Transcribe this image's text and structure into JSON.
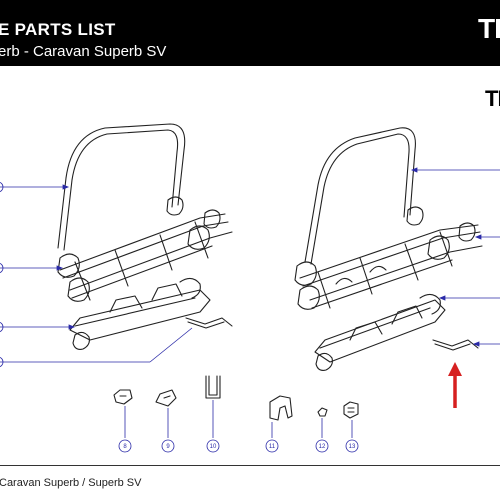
{
  "header": {
    "title": "E PARTS LIST",
    "subtitle": "erb - Caravan Superb SV",
    "logo_text": "TH"
  },
  "page_logo_text": "TH",
  "footer": {
    "text": "Caravan Superb / Superb SV"
  },
  "callouts": [
    "8",
    "9",
    "10",
    "11",
    "12",
    "13"
  ],
  "colors": {
    "header_bg": "#000000",
    "callout_blue": "#2a2aa8",
    "arrow_red": "#d62020"
  }
}
